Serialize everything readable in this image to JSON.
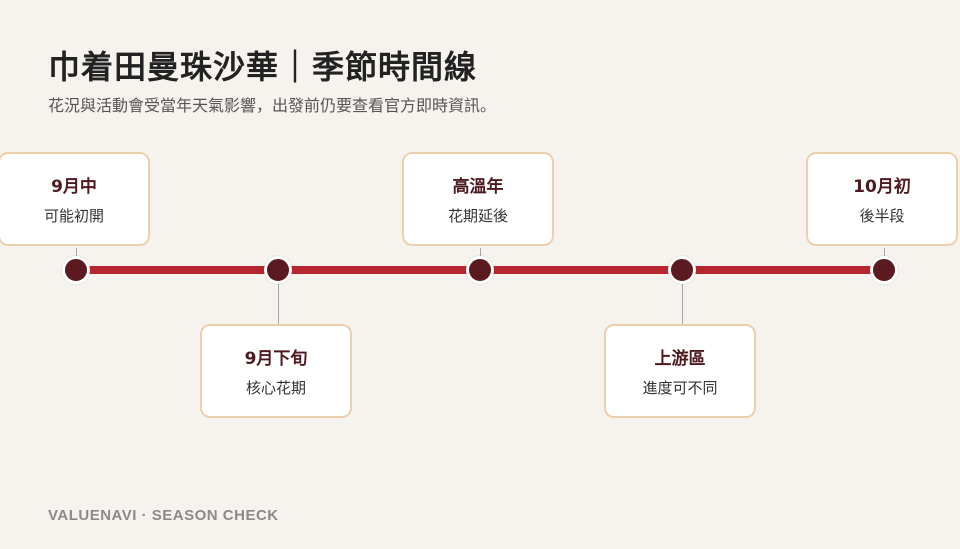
{
  "header": {
    "title": "巾着田曼珠沙華｜季節時間線",
    "subtitle": "花況與活動會受當年天氣影響，出發前仍要查看官方即時資訊。"
  },
  "colors": {
    "timeline": "#b7262e",
    "node": "#5a1a1f",
    "card_border": "#ecd0ad",
    "card_title": "#4e1a1f",
    "background": "#f6f3ee"
  },
  "timeline": {
    "events": [
      {
        "title": "9月中",
        "desc": "可能初開",
        "position": "above"
      },
      {
        "title": "9月下旬",
        "desc": "核心花期",
        "position": "below"
      },
      {
        "title": "高溫年",
        "desc": "花期延後",
        "position": "above"
      },
      {
        "title": "上游區",
        "desc": "進度可不同",
        "position": "below"
      },
      {
        "title": "10月初",
        "desc": "後半段",
        "position": "above"
      }
    ]
  },
  "footer": {
    "text": "VALUENAVI · SEASON CHECK"
  }
}
